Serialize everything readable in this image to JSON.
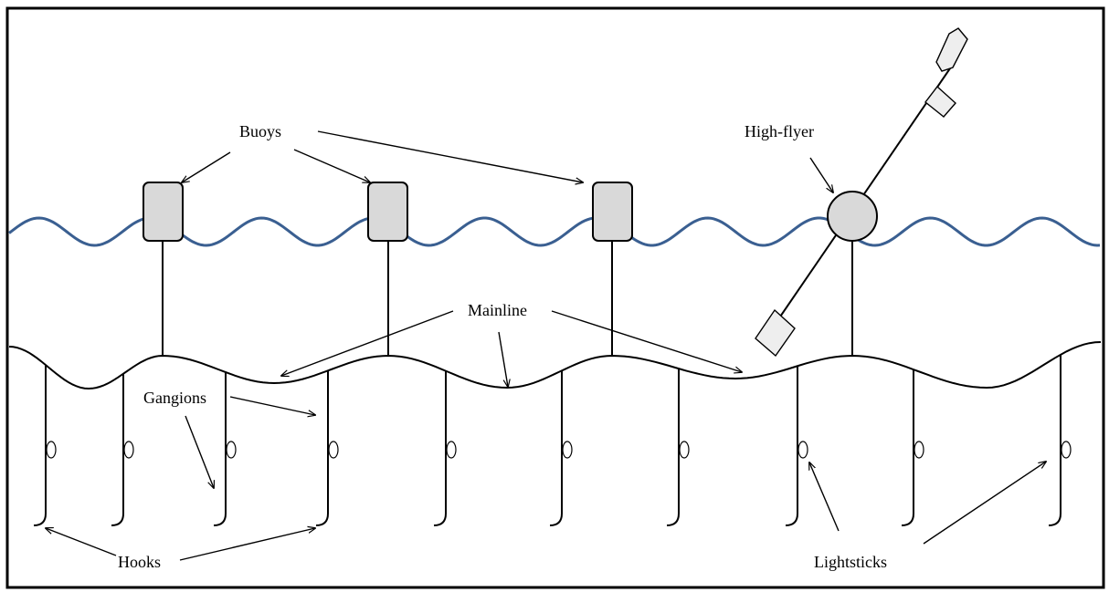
{
  "labels": {
    "buoys": "Buoys",
    "high_flyer": "High-flyer",
    "mainline": "Mainline",
    "gangions": "Gangions",
    "hooks": "Hooks",
    "lightsticks": "Lightsticks"
  },
  "colors": {
    "water": "#3a5f91",
    "buoy_fill": "#d9d9d9",
    "line": "#000000"
  }
}
